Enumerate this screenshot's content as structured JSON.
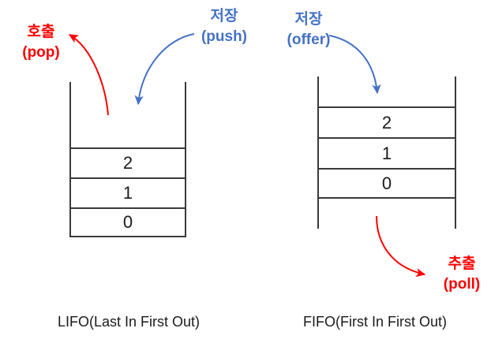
{
  "diagram": {
    "title_hidden": "",
    "colors": {
      "red": "#FF0000",
      "blue": "#4472C4",
      "line": "#3a3a3a",
      "text": "#1a1a1a",
      "background": "#FFFFFF"
    }
  },
  "lifo": {
    "caption": "LIFO(Last In First Out)",
    "cells": [
      "2",
      "1",
      "0"
    ],
    "pop": {
      "line1": "호출",
      "line2": "(pop)",
      "color": "#FF0000"
    },
    "push": {
      "line1": "저장",
      "line2": "(push)",
      "color": "#4472C4"
    }
  },
  "fifo": {
    "caption": "FIFO(First In First Out)",
    "cells": [
      "2",
      "1",
      "0"
    ],
    "offer": {
      "line1": "저장",
      "line2": "(offer)",
      "color": "#4472C4"
    },
    "poll": {
      "line1": "추출",
      "line2": "(poll)",
      "color": "#FF0000"
    }
  }
}
